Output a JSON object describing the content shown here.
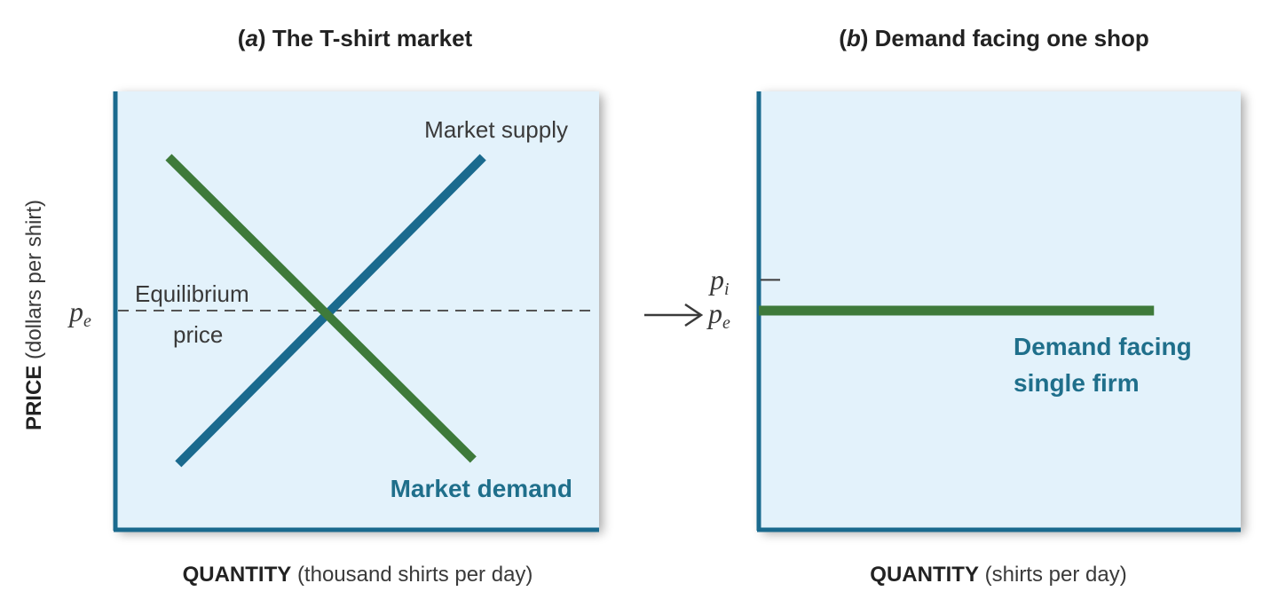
{
  "chart_data": [
    {
      "type": "line",
      "title_prefix": "a",
      "title": "The T-shirt market",
      "xlabel_bold": "QUANTITY",
      "xlabel_rest": "(thousand shirts per day)",
      "ylabel_bold": "PRICE",
      "ylabel_rest": "(dollars per shirt)",
      "price_label": "p",
      "price_label_sub": "e",
      "equilibrium_line1": "Equilibrium",
      "equilibrium_line2": "price",
      "xlim": [
        0,
        10
      ],
      "ylim": [
        0,
        10
      ],
      "series": [
        {
          "name": "Market supply",
          "color": "#1a6a8e",
          "x": [
            1.3,
            7.6
          ],
          "y": [
            1.5,
            8.5
          ]
        },
        {
          "name": "Market demand",
          "color": "#3e7a3a",
          "x": [
            1.1,
            7.4
          ],
          "y": [
            8.5,
            1.6
          ]
        }
      ],
      "equilibrium": {
        "x": 4.35,
        "y": 5.0
      },
      "background": "#e3f2fb"
    },
    {
      "type": "line",
      "title_prefix": "b",
      "title": "Demand facing one shop",
      "xlabel_bold": "QUANTITY",
      "xlabel_rest": "(shirts per day)",
      "price_label_e": "p",
      "price_label_e_sub": "e",
      "price_label_i": "p",
      "price_label_i_sub": "i",
      "xlim": [
        0,
        10
      ],
      "ylim": [
        0,
        10
      ],
      "series": [
        {
          "name": "Demand facing single firm",
          "name_line1": "Demand facing",
          "name_line2": "single firm",
          "color": "#3e7a3a",
          "x": [
            0,
            8.2
          ],
          "y": [
            5.0,
            5.0
          ]
        }
      ],
      "price_i": 5.7,
      "background": "#e3f2fb"
    }
  ]
}
